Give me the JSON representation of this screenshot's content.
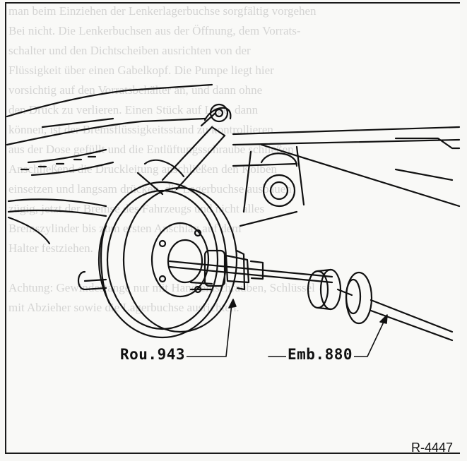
{
  "figure": {
    "reference": "R-4447",
    "callouts": {
      "left_tool": "Rou.943",
      "right_tool": "Emb.880"
    }
  },
  "bleed_through_lines": [
    "man beim Einziehen der Lenkerlagerbuchse sorgfältig vorgehen",
    "Bei nicht. Die Lenkerbuchsen aus der Öffnung, dem Vorrats-",
    "schalter und den Dichtscheiben ausrichten von der",
    "Flüssigkeit über einen Gabelkopf. Die Pumpe liegt hier",
    "vorsichtig auf den Vorratsbehälter an, und dann ohne",
    "den Druck zu verlieren. Einen Stück auf Lage, dann",
    "können, ist der Bremsflüssigkeitsstand zu kontrollieren",
    "aus der Dose gefüllt und die Entlüftungsschraube schließen",
    "Anschließend die Druckleitung anschließen den Kolben",
    "einsetzen und langsam drücken, die Lagerbuchse ausbauen",
    "zügig, jetzt der Bremse des Fahrzeugs und nicht alles",
    "Bremszylinder bis zum ersten Anschlag auf dem",
    "Halter festziehen.",
    "",
    "Achtung: Gewindestange nur mit Hand einschrauben, Schlüssel",
    "mit Abzieher sowie die Lagerbuchse ausrichten."
  ]
}
